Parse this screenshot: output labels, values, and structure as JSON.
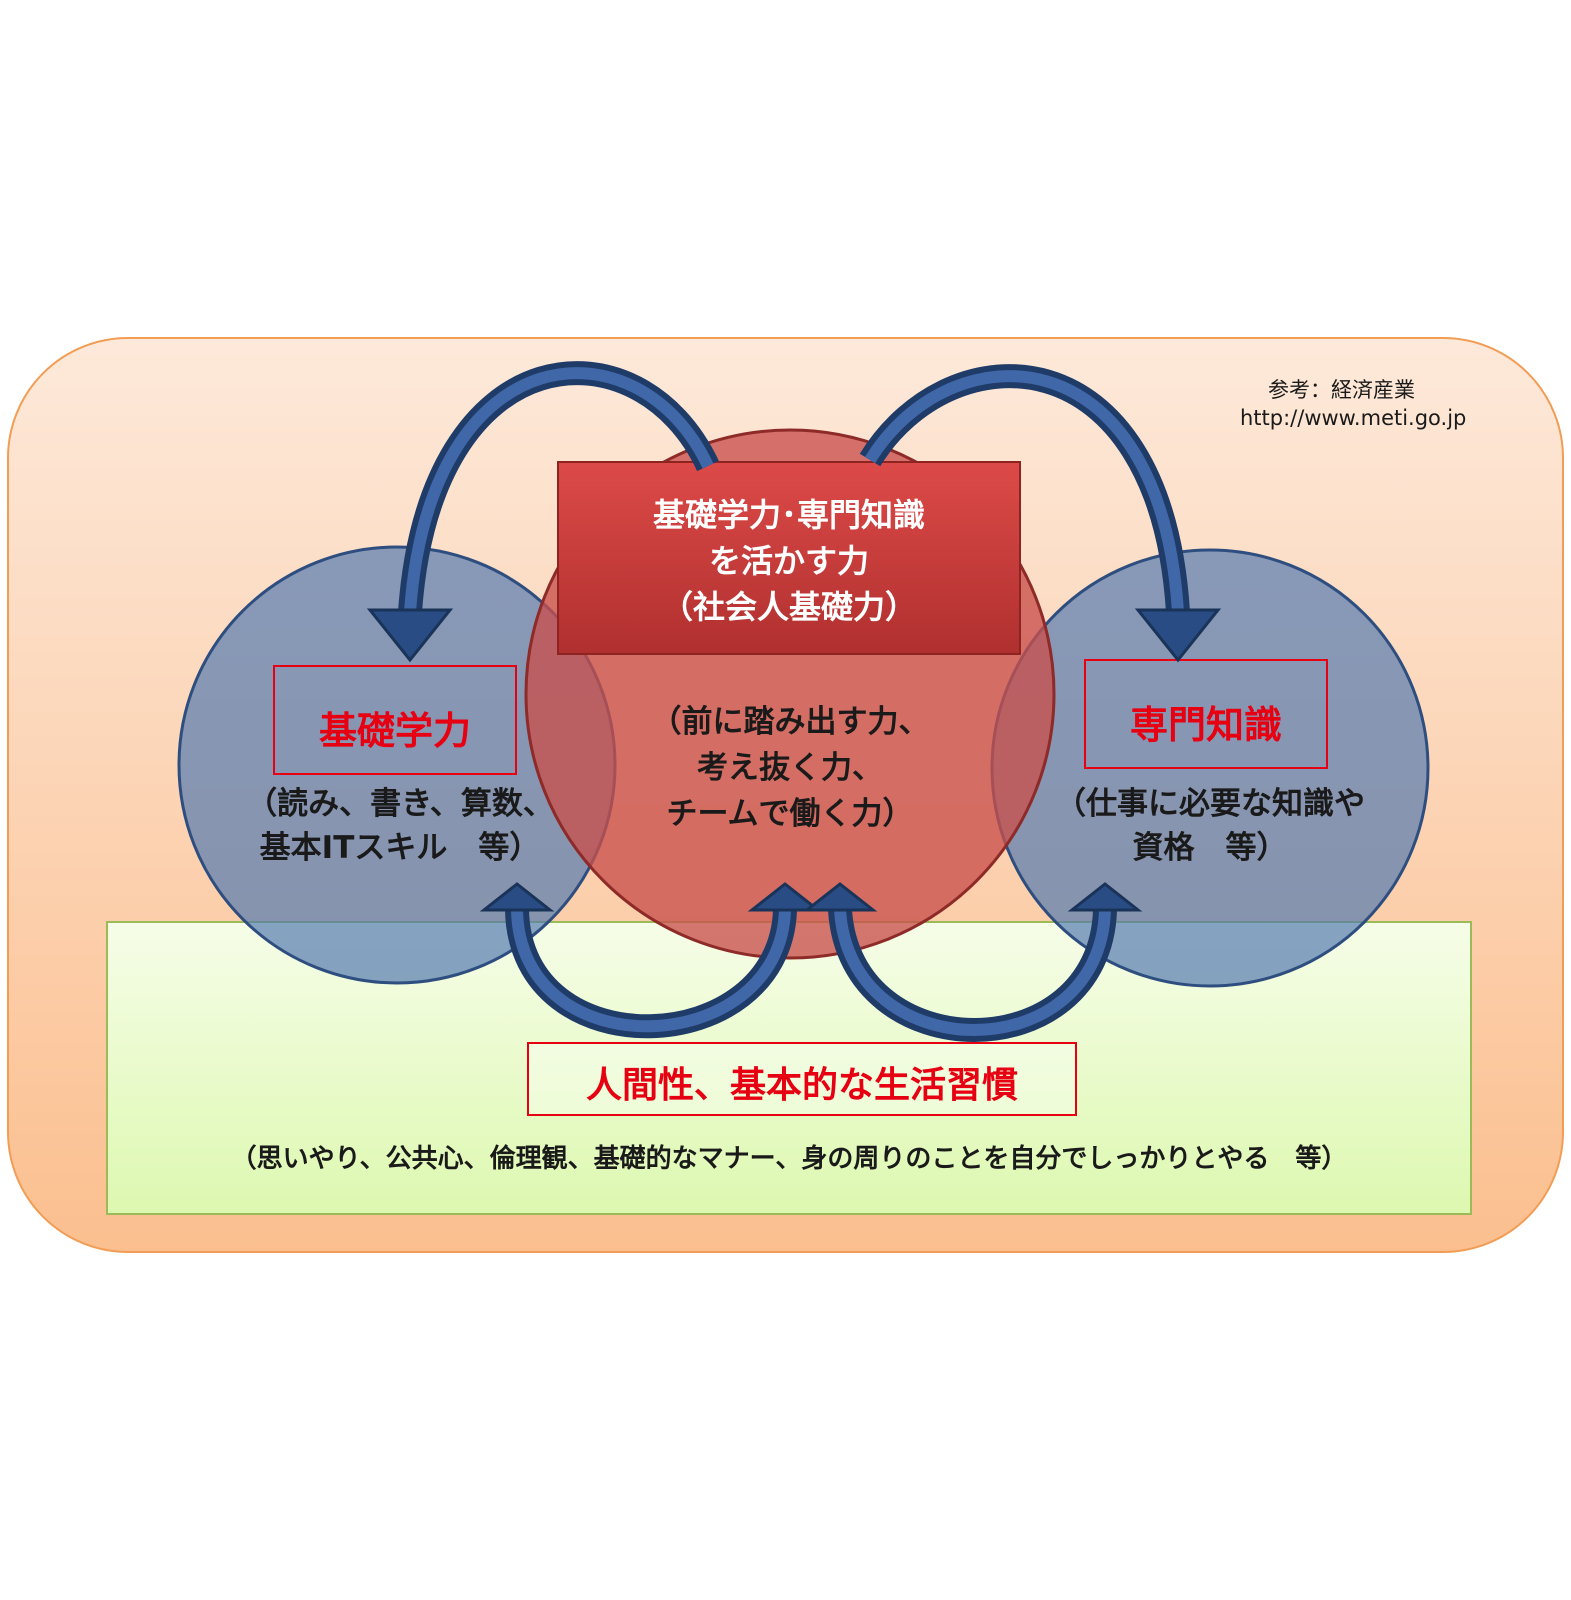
{
  "reference": {
    "label": "参考：経済産業",
    "url": "http://www.meti.go.jp"
  },
  "top_box": {
    "line1": "基礎学力･専門知識",
    "line2": "を活かす力",
    "line3": "（社会人基礎力）"
  },
  "center": {
    "line1": "（前に踏み出す力、",
    "line2": "考え抜く力、",
    "line3": "チームで働く力）"
  },
  "left": {
    "title": "基礎学力",
    "line1": "（読み、書き、算数、",
    "line2": "基本ITスキル　等）"
  },
  "right": {
    "title": "専門知識",
    "line1": "（仕事に必要な知識や",
    "line2": "資格　等）"
  },
  "bottom": {
    "title": "人間性、基本的な生活習慣",
    "line1": "（思いやり、公共心、倫理観、基礎的なマナー、身の周りのことを自分でしっかりとやる　等）"
  },
  "colors": {
    "outer_fill_top": "#fde5d4",
    "outer_fill_bottom": "#fbbe8c",
    "outer_border": "#f5a05a",
    "blue_circle": "#6b8cba",
    "red_circle": "#c0504d",
    "arrow": "#1f3b68",
    "top_box": "#c0393b",
    "bottom_fill": "#e8f8c8",
    "label_red": "#e60012"
  }
}
